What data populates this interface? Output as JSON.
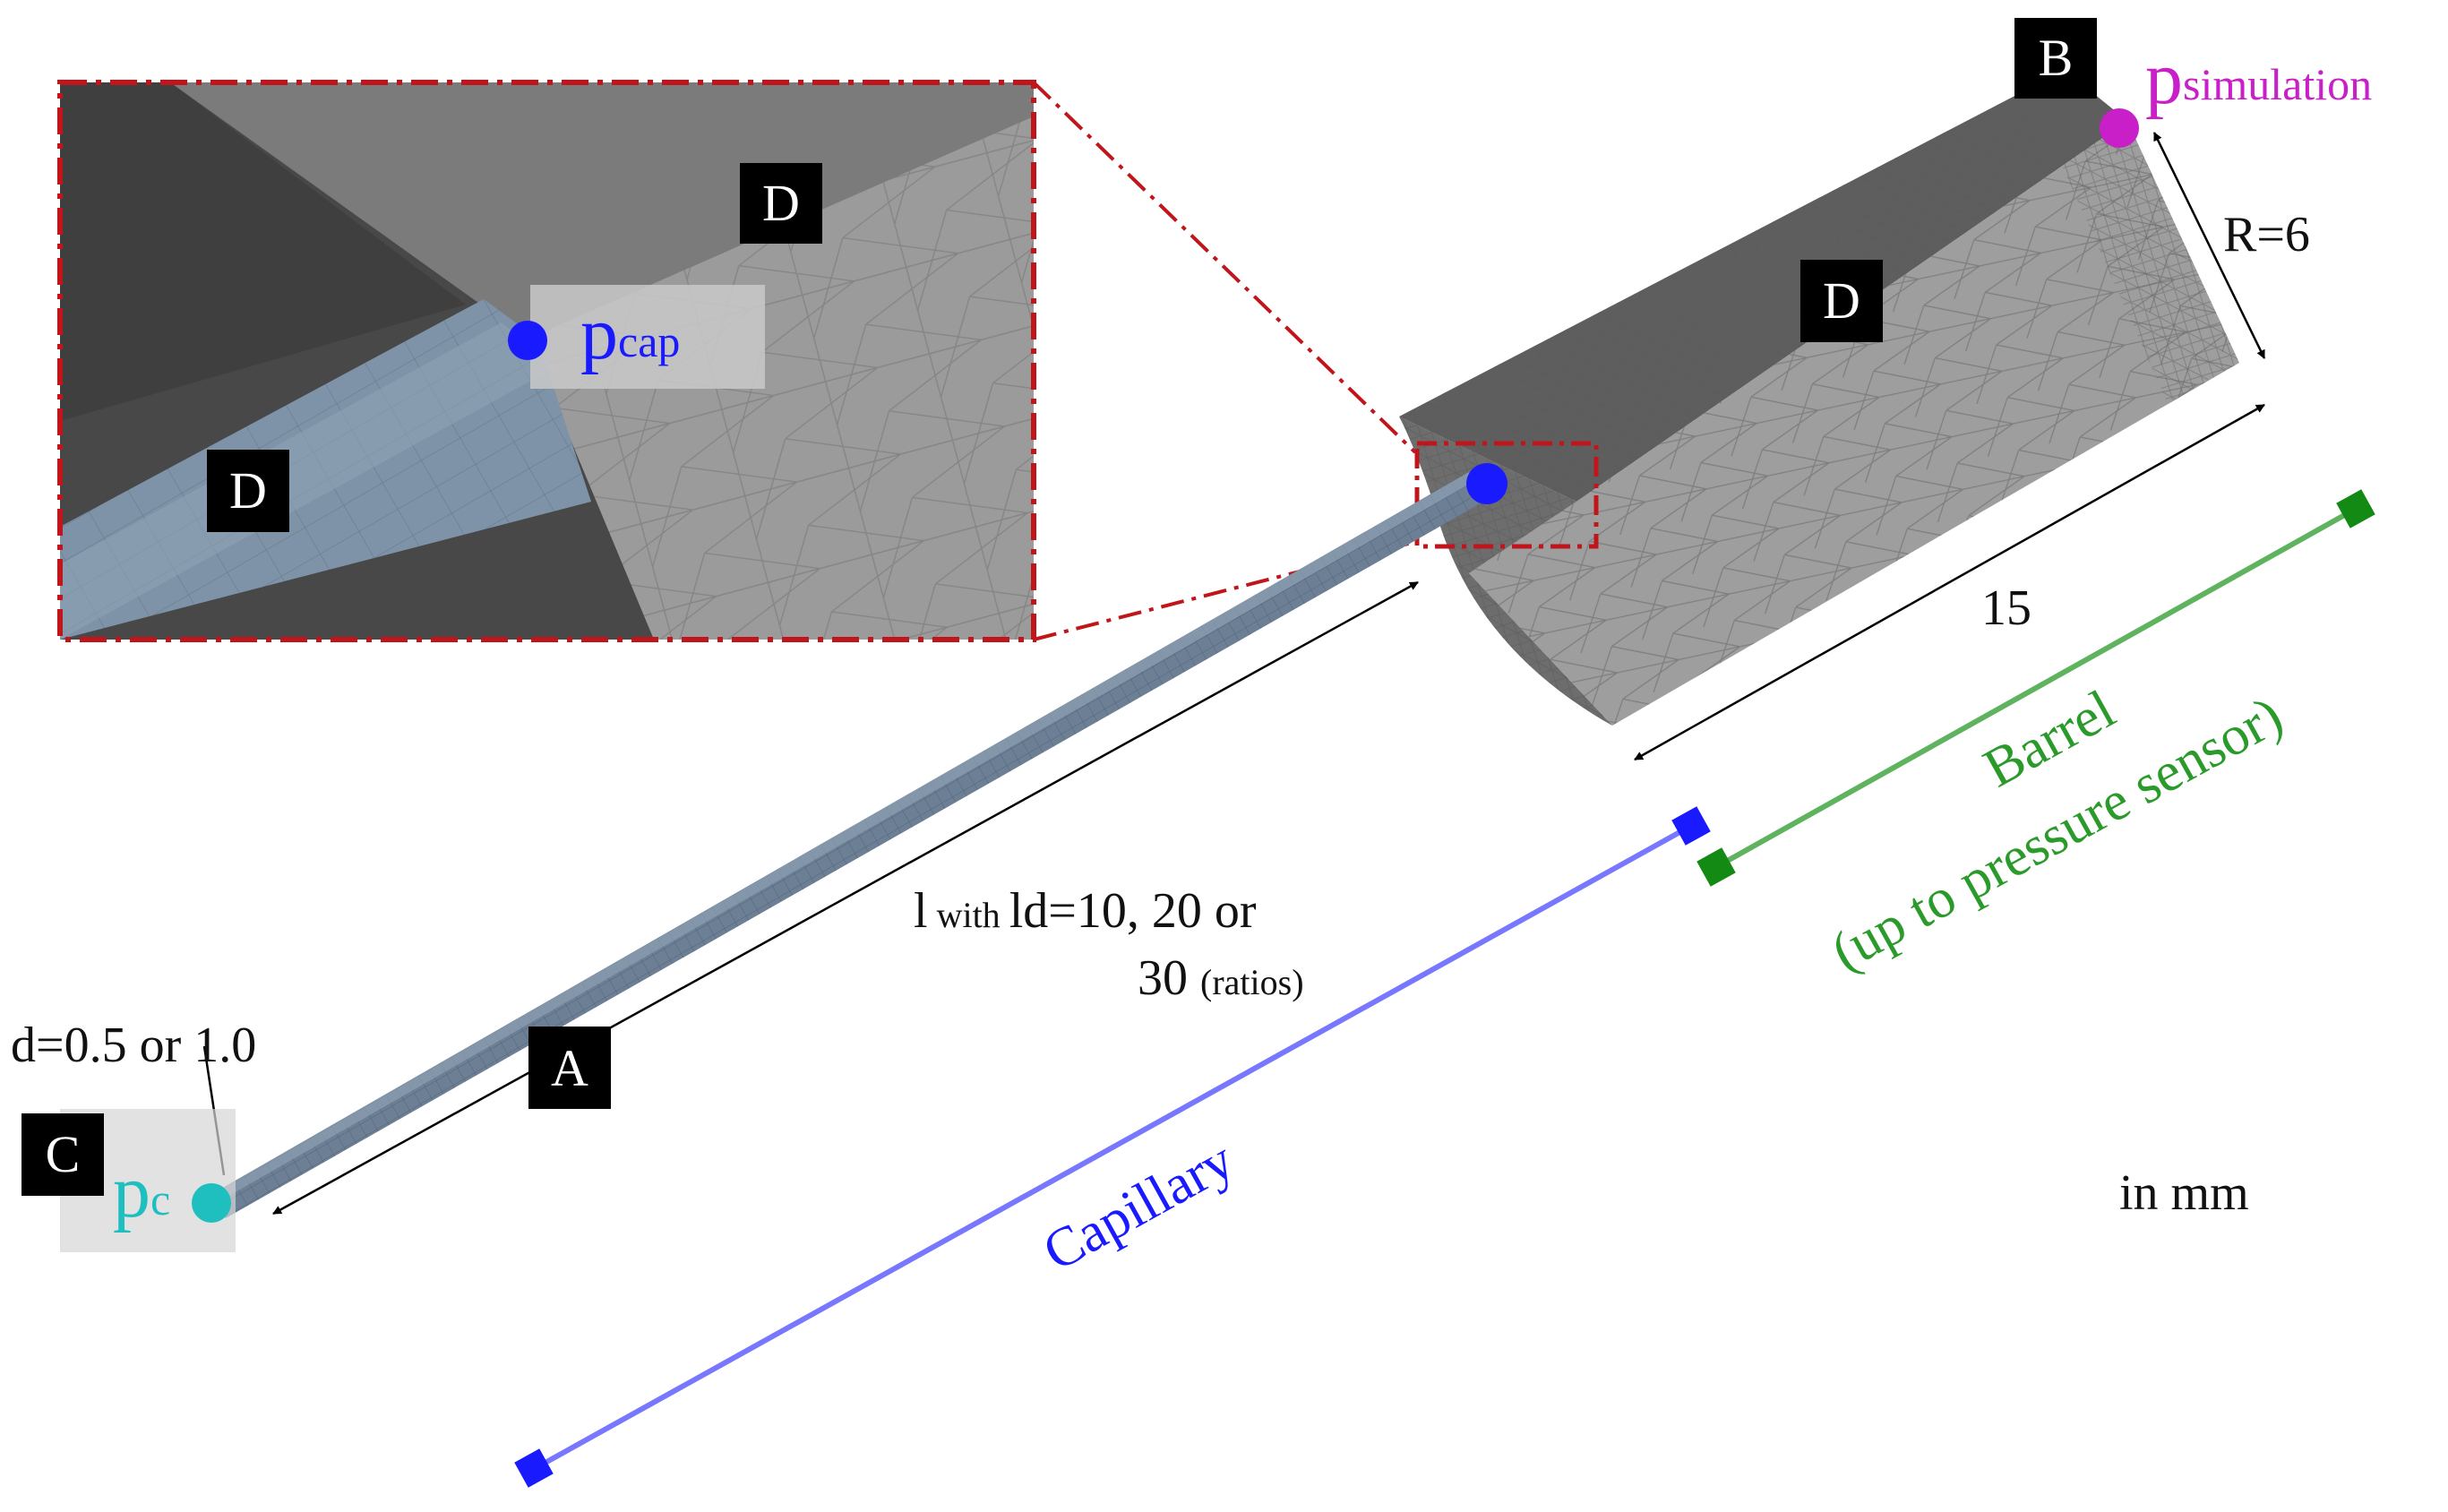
{
  "colors": {
    "background": "#ffffff",
    "mesh_dark": "#4a4a4a",
    "mesh_mid": "#7a7a7a",
    "mesh_light": "#9d9d9d",
    "capillary_fill": "#6c7f95",
    "zoom_frame": "#c0161b",
    "p_simulation": "#c81fc8",
    "p_cap": "#1a1aff",
    "p_c": "#1fbfbf",
    "capillary_line": "#4a4aff",
    "barrel_line": "#2a9a2a",
    "black_box": "#000000"
  },
  "icons": {
    "point_marker": "filled-circle-icon",
    "line_endpoint": "square-marker-icon",
    "dimension_arrow": "double-arrow-icon"
  },
  "labels": {
    "box_A": "A",
    "box_B": "B",
    "box_C": "C",
    "box_D_barrel": "D",
    "box_D_inset_top": "D",
    "box_D_inset_bottom": "D",
    "p_cap_main": "p",
    "p_cap_sub": "cap",
    "p_sim_main": "p",
    "p_sim_sub": "simulation",
    "p_c_main": "p",
    "p_c_sub": "c",
    "radius": "R=6",
    "barrel_length": "15",
    "cap_length_line1_a": "l",
    "cap_length_line1_b": " with ",
    "cap_length_line1_c": "l",
    "cap_length_line1_d": "d=10, 20 or",
    "cap_length_line2_a": "30 ",
    "cap_length_line2_b": "(ratios)",
    "diameter": "d=0.5 or 1.0",
    "capillary_axis": "Capillary",
    "barrel_axis_line1": "Barrel",
    "barrel_axis_line2": "(up to pressure sensor)",
    "units": "in mm"
  }
}
